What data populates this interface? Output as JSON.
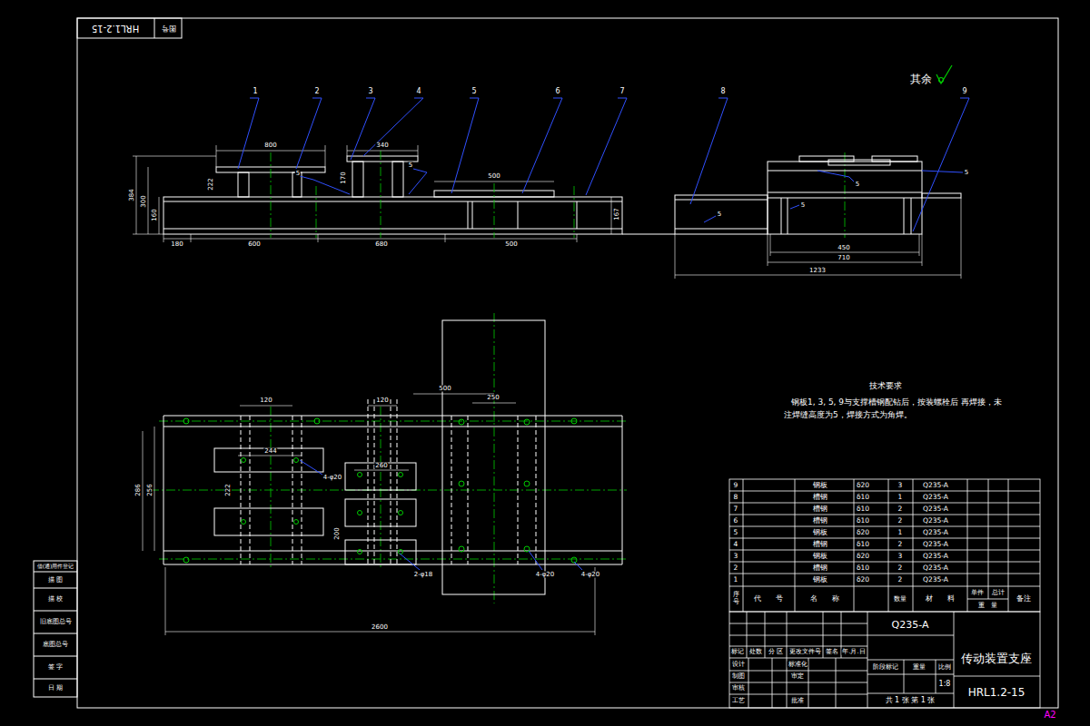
{
  "diagram": {
    "labels": [
      "HRL1.2-15",
      "图号",
      "其余",
      "1",
      "2",
      "3",
      "4",
      "5",
      "6",
      "7",
      "8",
      "9",
      "800",
      "340",
      "500",
      "384",
      "300",
      "160",
      "180",
      "600",
      "680",
      "500",
      "167",
      "222",
      "170",
      "5",
      "5",
      "5",
      "5",
      "5",
      "5",
      "450",
      "710",
      "1233",
      "120",
      "120",
      "500",
      "250",
      "244",
      "260",
      "286",
      "256",
      "222",
      "200",
      "4-φ20",
      "2-φ18",
      "4-φ20",
      "4-φ20",
      "2600",
      "技术要求",
      "钢板1, 3, 5, 9与支撑槽钢配钻后，按装螺栓后 再焊接，未注焊缝高度为5，焊接方式为角焊。",
      "9",
      "钢板",
      "δ20",
      "3",
      "Q235-A",
      "8",
      "槽钢",
      "δ10",
      "1",
      "Q235-A",
      "7",
      "槽钢",
      "δ10",
      "2",
      "Q235-A",
      "6",
      "槽钢",
      "δ10",
      "2",
      "Q235-A",
      "5",
      "钢板",
      "δ20",
      "1",
      "Q235-A",
      "4",
      "槽钢",
      "δ10",
      "2",
      "Q235-A",
      "3",
      "钢板",
      "δ20",
      "3",
      "Q235-A",
      "2",
      "槽钢",
      "δ10",
      "2",
      "Q235-A",
      "1",
      "钢板",
      "δ20",
      "2",
      "Q235-A",
      "序号",
      "代　　号",
      "名　　称",
      "数量",
      "材　　料",
      "单件",
      "总计",
      "重　量",
      "备注",
      "Q235-A",
      "传动装置支座",
      "HRL1.2-15",
      "标记",
      "处数",
      "分 区",
      "更改文件号",
      "签名",
      "年.月.日",
      "设计",
      "标准化",
      "制图",
      "审定",
      "审核",
      "工艺",
      "批准",
      "阶段标记",
      "重量",
      "比例",
      "1:8",
      "共 1 张 第 1 张",
      "A2",
      "借(通)用件登记",
      "描 图",
      "描 校",
      "旧底图总号",
      "底图总号",
      "签 字",
      "日 期"
    ]
  }
}
